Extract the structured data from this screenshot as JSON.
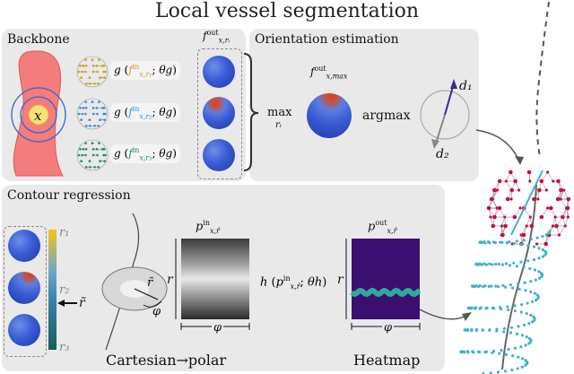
{
  "title": "Local vessel segmentation",
  "panels": {
    "backbone": "Backbone",
    "orientation": "Orientation estimation",
    "contour": "Contour regression"
  },
  "backbone": {
    "point_label": "x",
    "g_funcs": [
      {
        "f": "f",
        "sup": "in",
        "sub": "x,r₁",
        "theta": "θg",
        "color": "#d4a017"
      },
      {
        "f": "f",
        "sup": "in",
        "sub": "x,r₂",
        "theta": "θg",
        "color": "#3b8fd6"
      },
      {
        "f": "f",
        "sup": "in",
        "sub": "x,r₃",
        "theta": "θg",
        "color": "#1a8f6f"
      }
    ],
    "out_label": "f",
    "out_sup": "out",
    "out_sub": "x,rᵢ"
  },
  "orientation": {
    "max_label": "max",
    "max_sub": "rᵢ",
    "fmax_label": "f",
    "fmax_sup": "out",
    "fmax_sub": "x,max",
    "argmax_label": "argmax",
    "d1": "d₁",
    "d2": "d₂"
  },
  "contour": {
    "r_labels": [
      "r₁",
      "r₂",
      "r₃"
    ],
    "r_tilde": "r̃",
    "phi": "φ",
    "p_in": "p",
    "p_in_sup": "in",
    "p_in_sub": "x,r̃",
    "h_func": "h",
    "h_theta": "θh",
    "p_out": "p",
    "p_out_sup": "out",
    "p_out_sub": "x,r̃",
    "r_axis": "r",
    "cart_polar": "Cartesian→polar",
    "heatmap": "Heatmap"
  },
  "colors": {
    "panel": "#e9e9e9",
    "vessel": "#f47c7c",
    "sphere": "#3a5bd4",
    "node_red": "#c8102e",
    "helix": "#3fb3c8",
    "heatmap_bg": "#3b0f6f",
    "heatmap_band": "#2ec4a5"
  }
}
